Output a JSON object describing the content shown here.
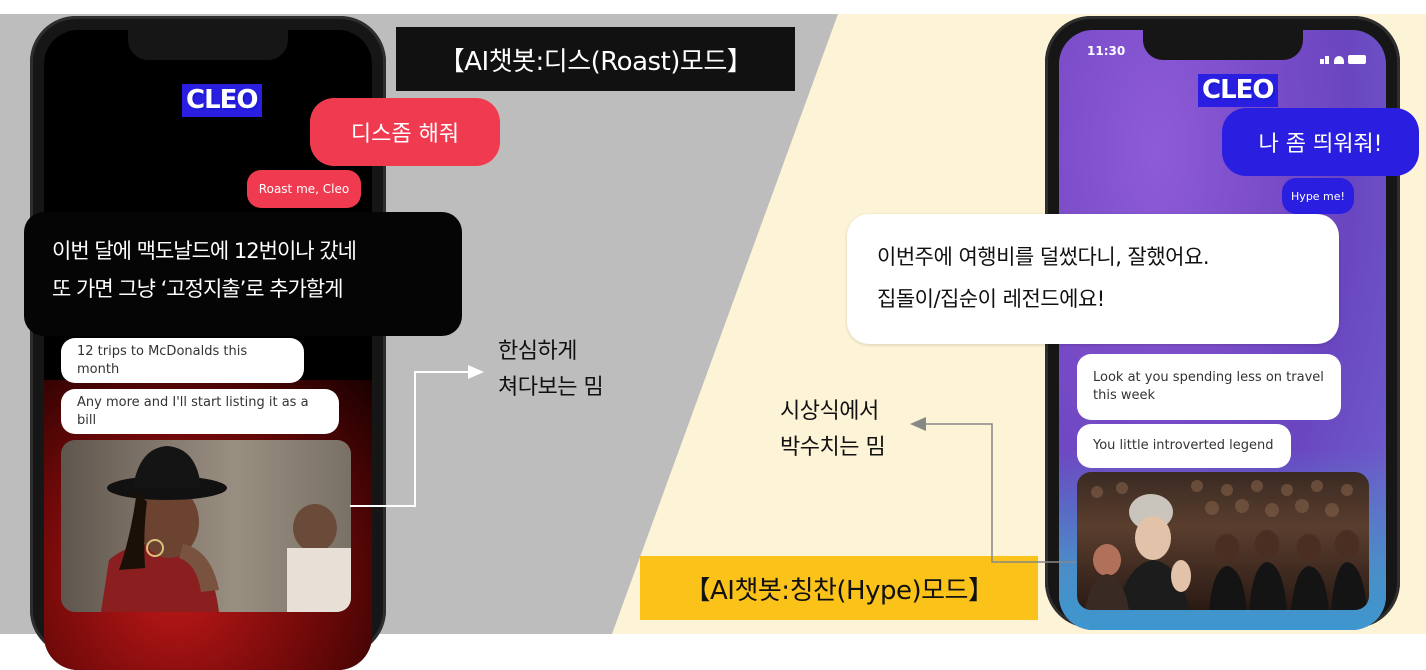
{
  "roast": {
    "title": "【AI챗봇:디스(Roast)모드】",
    "logo": "CLEO",
    "request_ko": "디스좀 해줘",
    "request_en": "Roast me, Cleo",
    "overlay_line1": "이번 달에 맥도날드에 12번이나 갔네",
    "overlay_line2": "또 가면 그냥 ‘고정지출’로 추가할게",
    "reply1": "12 trips to McDonalds this month",
    "reply2": "Any more and I'll start listing it as a bill",
    "caption_line1": "한심하게",
    "caption_line2": "쳐다보는 밈"
  },
  "hype": {
    "title": "【AI챗봇:칭찬(Hype)모드】",
    "status_time": "11:30",
    "logo": "CLEO",
    "request_ko": "나 좀 띄워줘!",
    "request_en": "Hype me!",
    "overlay_line1": "이번주에  여행비를  덜썼다니,  잘했어요.",
    "overlay_line2": "집돌이/집순이  레전드에요!",
    "reply1": "Look at you spending less on travel this week",
    "reply2": "You little introverted legend",
    "caption_line1": "시상식에서",
    "caption_line2": "박수치는 밈"
  },
  "colors": {
    "left_background": "#bdbdbd",
    "right_background": "#fdf3d6",
    "roast_accent": "#f03a4f",
    "hype_accent": "#2a1ee0",
    "hype_title_bg": "#fbc21a",
    "roast_title_bg": "#111111"
  }
}
